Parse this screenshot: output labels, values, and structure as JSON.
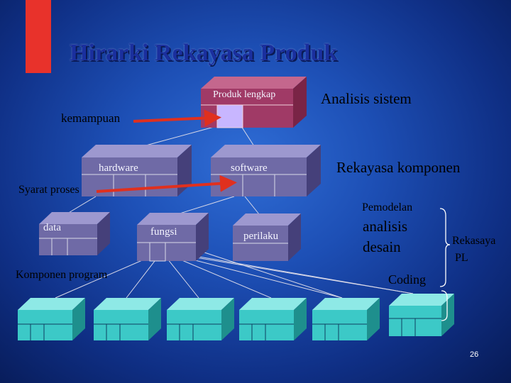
{
  "title": "Hirarki Rekayasa Produk",
  "nodes": {
    "produk_lengkap": "Produk lengkap",
    "hardware": "hardware",
    "software": "software",
    "data": "data",
    "fungsi": "fungsi",
    "perilaku": "perilaku"
  },
  "labels": {
    "analisis_sistem": "Analisis sistem",
    "kemampuan": "kemampuan",
    "rekayasa_komponen": "Rekayasa komponen",
    "syarat_proses": "Syarat proses",
    "pemodelan": "Pemodelan",
    "analisis": "analisis",
    "desain": "desain",
    "rekasaya": "Rekasaya",
    "pl": "PL",
    "komponen_program": "Komponen program",
    "coding": "Coding"
  },
  "slide_number": "26",
  "colors": {
    "background": "#1d4fb5",
    "title": "#1a2f9e",
    "accent_bar": "#e8322b",
    "maroon_box": "#a03a66",
    "purple_box": "#6f6aa6",
    "teal_box": "#3cc9c7",
    "arrow": "#e0301e"
  }
}
